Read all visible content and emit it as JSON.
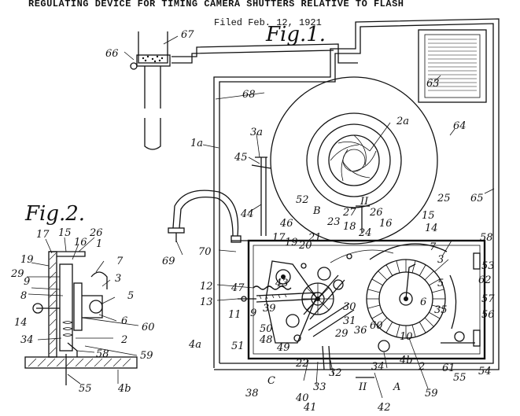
{
  "header": {
    "title": "REGULATING DEVICE FOR TIMING CAMERA SHUTTERS RELATIVE TO FLASH",
    "filed": "Filed Feb. 12, 1921"
  },
  "figures": [
    {
      "id": "fig1",
      "caption": "Fig.1."
    },
    {
      "id": "fig2",
      "caption": "Fig.2."
    }
  ],
  "labels": [
    {
      "key": "67",
      "text": "67"
    },
    {
      "key": "66",
      "text": "66"
    },
    {
      "key": "68",
      "text": "68"
    },
    {
      "key": "63",
      "text": "63"
    },
    {
      "key": "64",
      "text": "64"
    },
    {
      "key": "65",
      "text": "65"
    },
    {
      "key": "2a",
      "text": "2a"
    },
    {
      "key": "3a",
      "text": "3a"
    },
    {
      "key": "1a",
      "text": "1a"
    },
    {
      "key": "45",
      "text": "45"
    },
    {
      "key": "44",
      "text": "44"
    },
    {
      "key": "69",
      "text": "69"
    },
    {
      "key": "70",
      "text": "70"
    },
    {
      "key": "52",
      "text": "52"
    },
    {
      "key": "B",
      "text": "B"
    },
    {
      "key": "II_top",
      "text": "II"
    },
    {
      "key": "25",
      "text": "25"
    },
    {
      "key": "27",
      "text": "27"
    },
    {
      "key": "26",
      "text": "26"
    },
    {
      "key": "15",
      "text": "15"
    },
    {
      "key": "14",
      "text": "14"
    },
    {
      "key": "23",
      "text": "23"
    },
    {
      "key": "18",
      "text": "18"
    },
    {
      "key": "24",
      "text": "24"
    },
    {
      "key": "16",
      "text": "16"
    },
    {
      "key": "46",
      "text": "46"
    },
    {
      "key": "17",
      "text": "17"
    },
    {
      "key": "19",
      "text": "19"
    },
    {
      "key": "21",
      "text": "21"
    },
    {
      "key": "58",
      "text": "58"
    },
    {
      "key": "53",
      "text": "53"
    },
    {
      "key": "62",
      "text": "62"
    },
    {
      "key": "57",
      "text": "57"
    },
    {
      "key": "56",
      "text": "56"
    },
    {
      "key": "54",
      "text": "54"
    },
    {
      "key": "12",
      "text": "12"
    },
    {
      "key": "13",
      "text": "13"
    },
    {
      "key": "47",
      "text": "47"
    },
    {
      "key": "11",
      "text": "11"
    },
    {
      "key": "9",
      "text": "9"
    },
    {
      "key": "39",
      "text": "39"
    },
    {
      "key": "50",
      "text": "50"
    },
    {
      "key": "4a",
      "text": "4a"
    },
    {
      "key": "51",
      "text": "51"
    },
    {
      "key": "48",
      "text": "48"
    },
    {
      "key": "49",
      "text": "49"
    },
    {
      "key": "30",
      "text": "30"
    },
    {
      "key": "31",
      "text": "31"
    },
    {
      "key": "29",
      "text": "29"
    },
    {
      "key": "36",
      "text": "36"
    },
    {
      "key": "60",
      "text": "60"
    },
    {
      "key": "10",
      "text": "10"
    },
    {
      "key": "7",
      "text": "7"
    },
    {
      "key": "3",
      "text": "3"
    },
    {
      "key": "5",
      "text": "5"
    },
    {
      "key": "6",
      "text": "6"
    },
    {
      "key": "35",
      "text": "35"
    },
    {
      "key": "61",
      "text": "61"
    },
    {
      "key": "55",
      "text": "55"
    },
    {
      "key": "59",
      "text": "59"
    },
    {
      "key": "4b",
      "text": "4b"
    },
    {
      "key": "2",
      "text": "2"
    },
    {
      "key": "A",
      "text": "A"
    },
    {
      "key": "II_bot",
      "text": "II"
    },
    {
      "key": "34",
      "text": "34"
    },
    {
      "key": "42",
      "text": "42"
    },
    {
      "key": "C",
      "text": "C"
    },
    {
      "key": "38",
      "text": "38"
    },
    {
      "key": "22",
      "text": "22"
    },
    {
      "key": "32",
      "text": "32"
    },
    {
      "key": "33",
      "text": "33"
    },
    {
      "key": "40",
      "text": "40"
    },
    {
      "key": "41",
      "text": "41"
    },
    {
      "key": "20",
      "text": "20"
    },
    {
      "key": "43",
      "text": "43"
    },
    {
      "key": "2_16",
      "text": "16"
    },
    {
      "key": "2_26",
      "text": "26"
    },
    {
      "key": "2_1",
      "text": "1"
    },
    {
      "key": "2_17",
      "text": "17"
    },
    {
      "key": "2_15",
      "text": "15"
    },
    {
      "key": "2_19",
      "text": "19"
    },
    {
      "key": "2_29",
      "text": "29"
    },
    {
      "key": "2_7",
      "text": "7"
    },
    {
      "key": "2_9",
      "text": "9"
    },
    {
      "key": "2_3",
      "text": "3"
    },
    {
      "key": "2_8",
      "text": "8"
    },
    {
      "key": "2_5",
      "text": "5"
    },
    {
      "key": "2_14",
      "text": "14"
    },
    {
      "key": "2_6",
      "text": "6"
    },
    {
      "key": "2_60",
      "text": "60"
    },
    {
      "key": "2_34",
      "text": "34"
    },
    {
      "key": "2_2",
      "text": "2"
    },
    {
      "key": "2_58",
      "text": "58"
    },
    {
      "key": "2_59",
      "text": "59"
    },
    {
      "key": "2_55",
      "text": "55"
    },
    {
      "key": "2_4b",
      "text": "4b"
    }
  ]
}
